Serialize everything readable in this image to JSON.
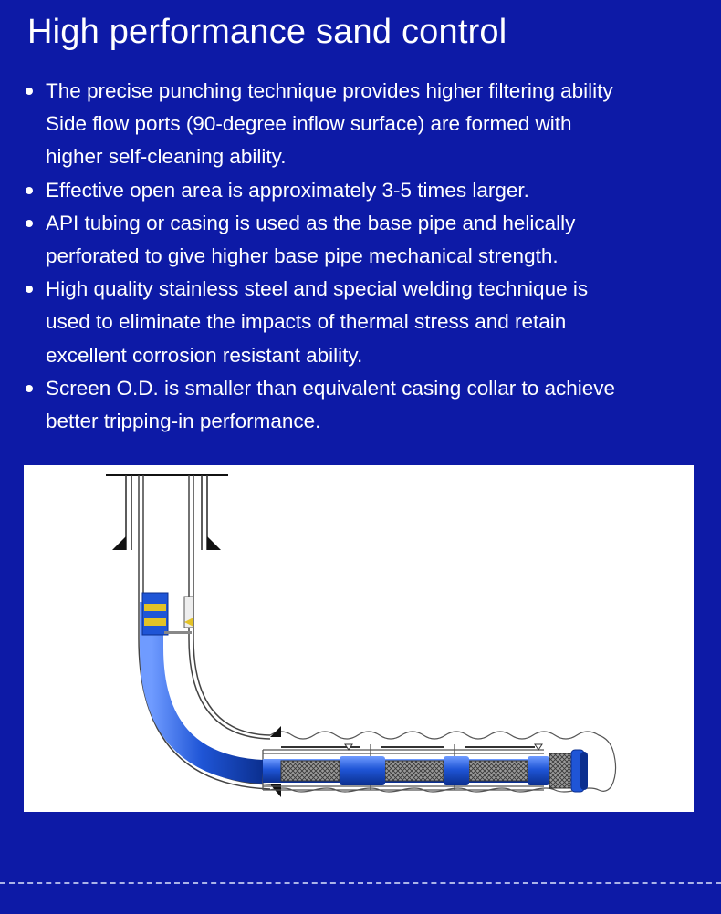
{
  "title": "High performance sand control",
  "features": [
    {
      "lines": [
        "The precise punching technique provides higher filtering ability",
        "Side flow ports (90-degree inflow surface) are formed with",
        "higher self-cleaning ability."
      ]
    },
    {
      "lines": [
        "Effective open area is approximately 3-5 times larger."
      ]
    },
    {
      "lines": [
        "API tubing or casing is used as the base pipe and helically",
        "perforated to give higher base pipe mechanical strength."
      ]
    },
    {
      "lines": [
        "High quality stainless steel and special welding technique is",
        "used to eliminate the impacts of thermal stress and retain",
        "excellent corrosion resistant ability."
      ]
    },
    {
      "lines": [
        "Screen O.D. is smaller than equivalent casing collar to achieve",
        "better tripping-in performance."
      ]
    }
  ],
  "colors": {
    "background": "#0d1aa6",
    "text": "#ffffff",
    "pipe_blue": "#1f55d6",
    "screen_gray": "#7a7a7a"
  }
}
